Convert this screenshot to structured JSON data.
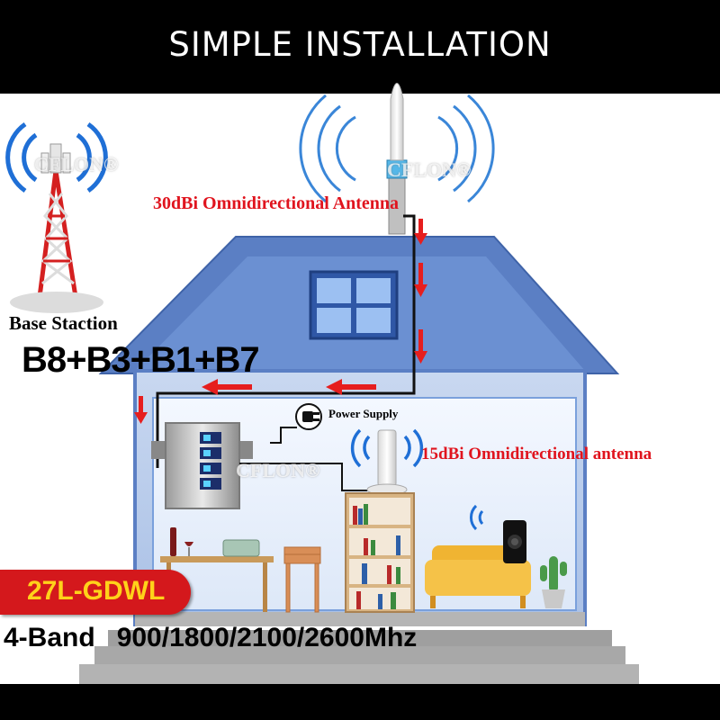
{
  "header": {
    "title": "SIMPLE INSTALLATION"
  },
  "labels": {
    "base_station": "Base Staction",
    "bands": "B8+B3+B1+B7",
    "outdoor_antenna": "30dBi Omnidirectional Antenna",
    "indoor_antenna": "15dBi Omnidirectional antenna",
    "power_supply": "Power Supply"
  },
  "product": {
    "model": "27L-GDWL",
    "band_count": "4-Band",
    "frequencies": "900/1800/2100/2600Mhz"
  },
  "watermark": "CFLON®",
  "colors": {
    "accent_red": "#e0141e",
    "house_blue": "#5b7fc4",
    "badge_text": "#ffd21a"
  },
  "icons": [
    "cell-tower-icon",
    "omni-antenna-icon",
    "signal-booster-icon",
    "power-plug-icon",
    "indoor-antenna-icon",
    "smartphone-icon",
    "signal-wave-icon",
    "arrow-down-icon",
    "arrow-left-icon"
  ]
}
